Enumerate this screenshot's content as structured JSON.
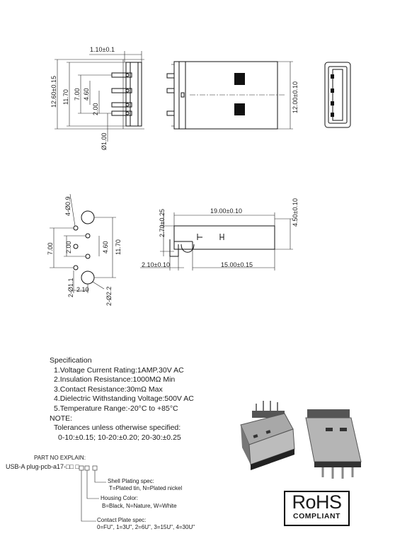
{
  "drawing": {
    "top_dims": {
      "width_1_10": "1.10±0.1",
      "h_12_60": "12.60±0.15",
      "h_11_70": "11.70",
      "h_7_00": "7.00",
      "h_4_60": "4.60",
      "h_2_00": "2.00",
      "dia_1_00": "Ø1.00",
      "front_12_00": "12.00±0.10"
    },
    "footprint": {
      "holes_4": "4-Ø0.9",
      "h_7_00": "7.00",
      "h_2_00": "2.00",
      "h_4_60": "4.60",
      "h_11_70": "11.70",
      "holes_2": "2-Ø1.1",
      "w_2_10": "2.10",
      "r_2": "2-Ø2.2"
    },
    "side": {
      "len_19": "19.00±0.10",
      "h_4_50": "4.50±0.10",
      "h_2_70": "2.70±0.25",
      "w_2_10": "2.10±0.10",
      "len_15": "15.00±0.15"
    }
  },
  "spec": {
    "title": "Specification",
    "items": [
      "1.Voltage Current Rating:1AMP.30V AC",
      "2.Insulation Resistance:1000MΩ Min",
      "3.Contact Resistance:30mΩ Max",
      "4.Dielectric Withstanding Voltage:500V AC",
      "5.Temperature Range:-20°C to +85°C"
    ],
    "note_label": "NOTE:",
    "tolerance_line": "Tolerances unless otherwise specified:",
    "tolerance_values": "0-10:±0.15; 10-20:±0.20; 20-30:±0.25"
  },
  "part": {
    "title": "PART NO EXPLAIN:",
    "code": "USB-A plug-pcb-a17-□□ □",
    "shell_label": "Shell Plating spec:",
    "shell_values": "T=Plated tin, N=Plated nickel",
    "housing_label": "Housing Color:",
    "housing_values": "B=Black, N=Nature, W=White",
    "contact_label": "Contact Plate spec:",
    "contact_values": "0=FU\", 1=3U\", 2=6U\", 3=15U\", 4=30U\""
  },
  "rohs": {
    "big": "RoHS",
    "small": "COMPLIANT"
  }
}
